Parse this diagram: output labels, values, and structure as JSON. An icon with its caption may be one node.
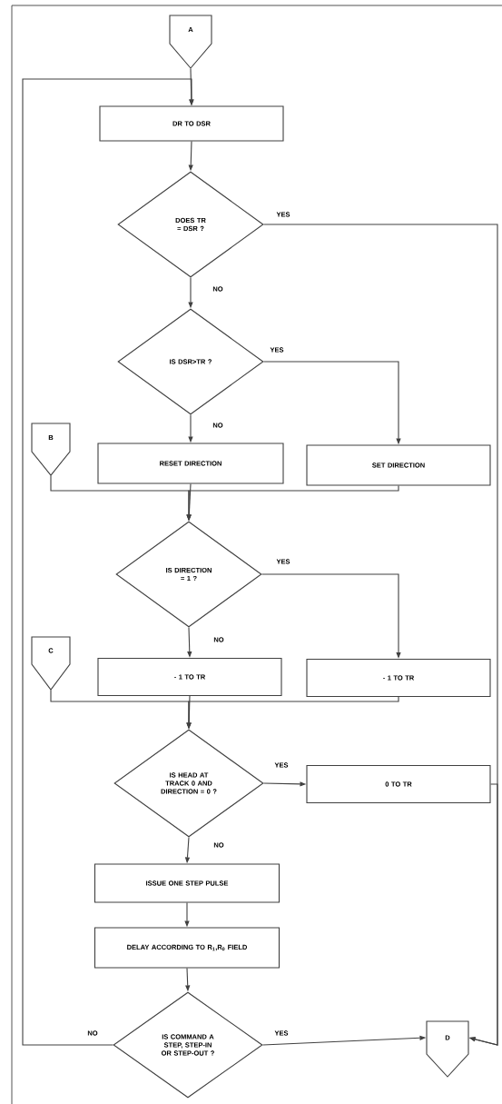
{
  "diagram": {
    "nodes": [
      {
        "text": [
          "A"
        ]
      },
      {
        "text": [
          "DR TO DSR"
        ]
      },
      {
        "text": [
          "DOES TR = DSR ?"
        ]
      },
      {
        "text": [
          "IS DSR>TR ?"
        ]
      },
      {
        "text": [
          "B"
        ]
      },
      {
        "text": [
          "RESET DIRECTION"
        ]
      },
      {
        "text": [
          "SET DIRECTION"
        ]
      },
      {
        "text": [
          "IS DIRECTION = 1 ?"
        ]
      },
      {
        "text": [
          "C"
        ]
      },
      {
        "text": [
          "- 1 TO TR"
        ]
      },
      {
        "text": [
          "- 1 TO TR"
        ]
      },
      {
        "text": [
          "IS HEAD AT TRACK 0 AND DIRECTION = 0 ?"
        ]
      },
      {
        "text": [
          "0 TO TR"
        ]
      },
      {
        "text": [
          "ISSUE ONE STEP PULSE"
        ]
      },
      {
        "text": [
          "DELAY ACCORDING TO R$_{1}$,R$_{0}$ FIELD"
        ]
      },
      {
        "text": [
          "IS COMMAND A STEP, STEP-IN OR STEP-OUT ?"
        ]
      },
      {
        "text": [
          "D"
        ]
      }
    ],
    "edges": [
      {
        "from": 0,
        "to": 1,
        "arrow": "to"
      },
      {
        "from": 1,
        "to": 2,
        "arrow": "to"
      },
      {
        "from": 2,
        "to": 16,
        "arrow": "to",
        "label": "YES"
      },
      {
        "from": 2,
        "to": 3,
        "arrow": "to",
        "label": "NO"
      },
      {
        "from": 3,
        "to": 6,
        "arrow": "to",
        "label": "YES"
      },
      {
        "from": 3,
        "to": 5,
        "arrow": "to",
        "label": "NO"
      },
      {
        "from": 4,
        "to": 7,
        "arrow": "to"
      },
      {
        "from": 5,
        "to": 7,
        "arrow": "to"
      },
      {
        "from": 6,
        "to": 7,
        "arrow": "to"
      },
      {
        "from": 7,
        "to": 10,
        "arrow": "to",
        "label": "YES"
      },
      {
        "from": 7,
        "to": 9,
        "arrow": "to",
        "label": "NO"
      },
      {
        "from": 8,
        "to": 11,
        "arrow": "to"
      },
      {
        "from": 9,
        "to": 11,
        "arrow": "to"
      },
      {
        "from": 10,
        "to": 11,
        "arrow": "to"
      },
      {
        "from": 11,
        "to": 12,
        "arrow": "to",
        "label": "YES"
      },
      {
        "from": 11,
        "to": 13,
        "arrow": "to",
        "label": "NO"
      },
      {
        "from": 12,
        "to": 16,
        "arrow": "to"
      },
      {
        "from": 13,
        "to": 14,
        "arrow": "to"
      },
      {
        "from": 14,
        "to": 15,
        "arrow": "to"
      },
      {
        "from": 15,
        "to": 16,
        "arrow": "to",
        "label": "YES"
      },
      {
        "from": 15,
        "to": 1,
        "arrow": "to",
        "label": "NO"
      }
    ]
  }
}
